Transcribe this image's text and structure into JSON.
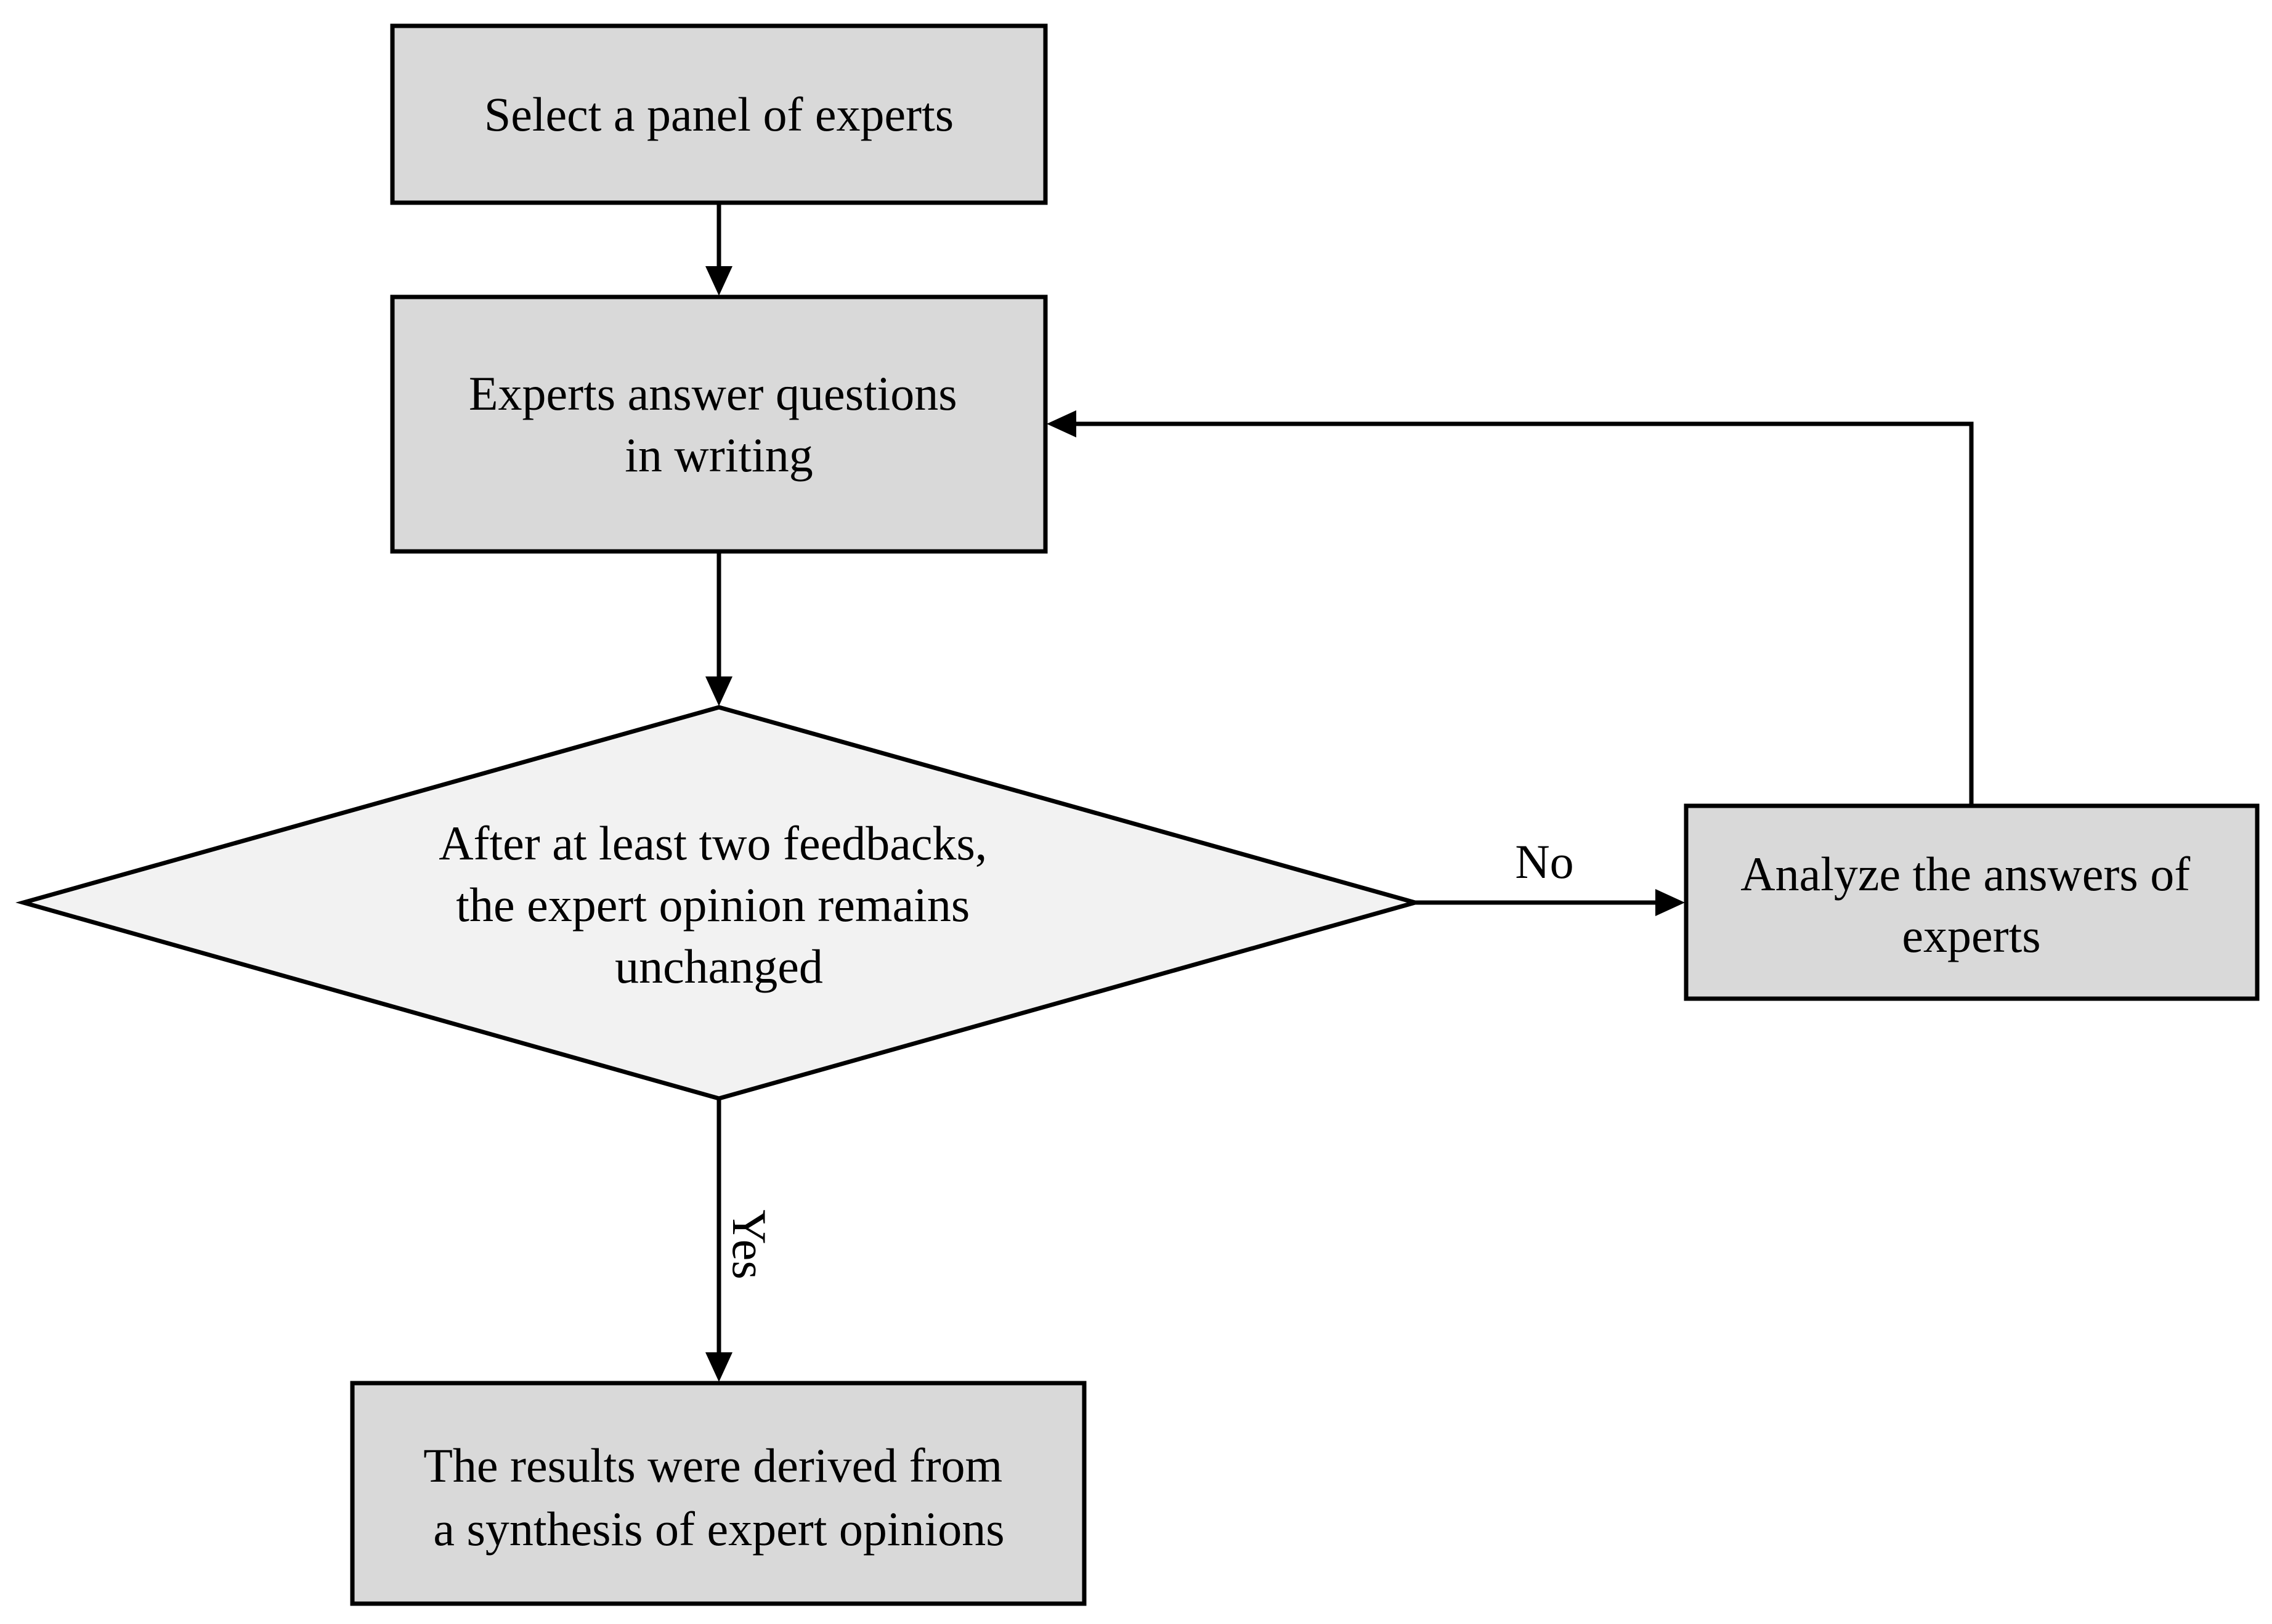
{
  "nodes": {
    "select_panel": {
      "lines": [
        "Select a panel of experts"
      ]
    },
    "answer_questions": {
      "lines": [
        "Experts answer questions",
        "in writing"
      ]
    },
    "decision": {
      "lines": [
        "After at least two feedbacks,",
        "the expert opinion remains",
        "unchanged"
      ]
    },
    "analyze": {
      "lines": [
        "Analyze the answers of",
        "experts"
      ]
    },
    "results": {
      "lines": [
        "The results were derived from",
        "a synthesis of expert opinions"
      ]
    }
  },
  "edges": {
    "no_label": "No",
    "yes_label": "Yes"
  },
  "colors": {
    "box_fill": "#d9d9d9",
    "diamond_fill": "#f2f2f2",
    "stroke": "#000000"
  }
}
